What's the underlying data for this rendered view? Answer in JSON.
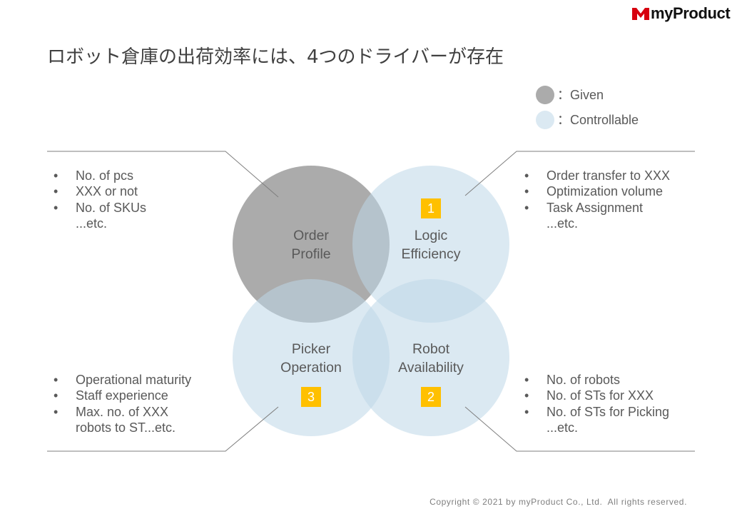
{
  "logo": {
    "text": "myProduct",
    "icon": "m-mark-icon",
    "color": "#d7000f"
  },
  "title": "ロボット倉庫の出荷効率には、4つのドライバーが存在",
  "colors": {
    "badge": "#ffc000",
    "line": "#7f7f7f"
  },
  "legend": [
    {
      "label": "：Given",
      "swatch": "#ababab"
    },
    {
      "label": "：Controllable",
      "swatch": "#bdd7e8"
    }
  ],
  "bullet": "•",
  "drivers": [
    {
      "lines": [
        "Order",
        "Profile"
      ],
      "fill": "#ababab"
    },
    {
      "lines": [
        "Logic",
        "Efficiency"
      ],
      "fill": "#bdd7e8",
      "badge": "1"
    },
    {
      "lines": [
        "Picker",
        "Operation"
      ],
      "fill": "#bdd7e8",
      "badge": "3"
    },
    {
      "lines": [
        "Robot",
        "Availability"
      ],
      "fill": "#bdd7e8",
      "badge": "2"
    }
  ],
  "factors": {
    "order_profile": {
      "items": [
        "No. of pcs",
        "XXX or not",
        "No. of SKUs"
      ],
      "tail": "...etc."
    },
    "logic_efficiency": {
      "items": [
        "Order transfer to XXX",
        "Optimization volume",
        "Task Assignment"
      ],
      "tail": "...etc."
    },
    "picker_operation": {
      "items": [
        "Operational maturity",
        "Staff experience",
        "Max. no. of XXX"
      ],
      "tail": "robots to ST...etc."
    },
    "robot_availability": {
      "items": [
        "No. of robots",
        "No. of STs for XXX",
        "No. of STs for Picking"
      ],
      "tail": "...etc."
    }
  },
  "footer": "Copyright © 2021 by myProduct Co., Ltd.  All rights reserved."
}
